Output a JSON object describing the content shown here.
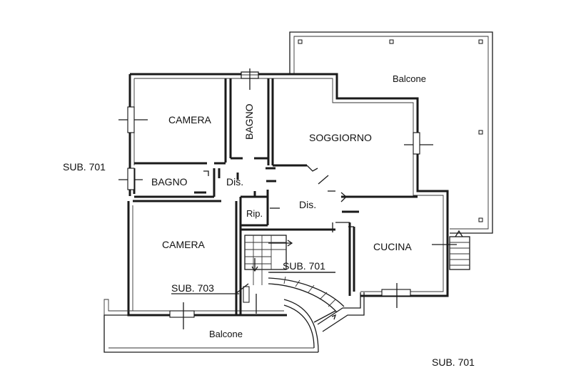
{
  "rooms": {
    "camera_top": "CAMERA",
    "bagno_vertical": "BAGNO",
    "soggiorno": "SOGGIORNO",
    "bagno_left": "BAGNO",
    "dis_left": "Dis.",
    "dis_center": "Dis.",
    "rip": "Rip.",
    "camera_bottom": "CAMERA",
    "cucina": "CUCINA",
    "balcone_top": "Balcone",
    "balcone_bottom": "Balcone"
  },
  "subs": {
    "left_edge": "SUB. 701",
    "stair": "SUB. 701",
    "camera": "SUB. 703",
    "bottom_right": "SUB. 701"
  },
  "colors": {
    "line": "#1a1a1a",
    "background": "#ffffff"
  }
}
